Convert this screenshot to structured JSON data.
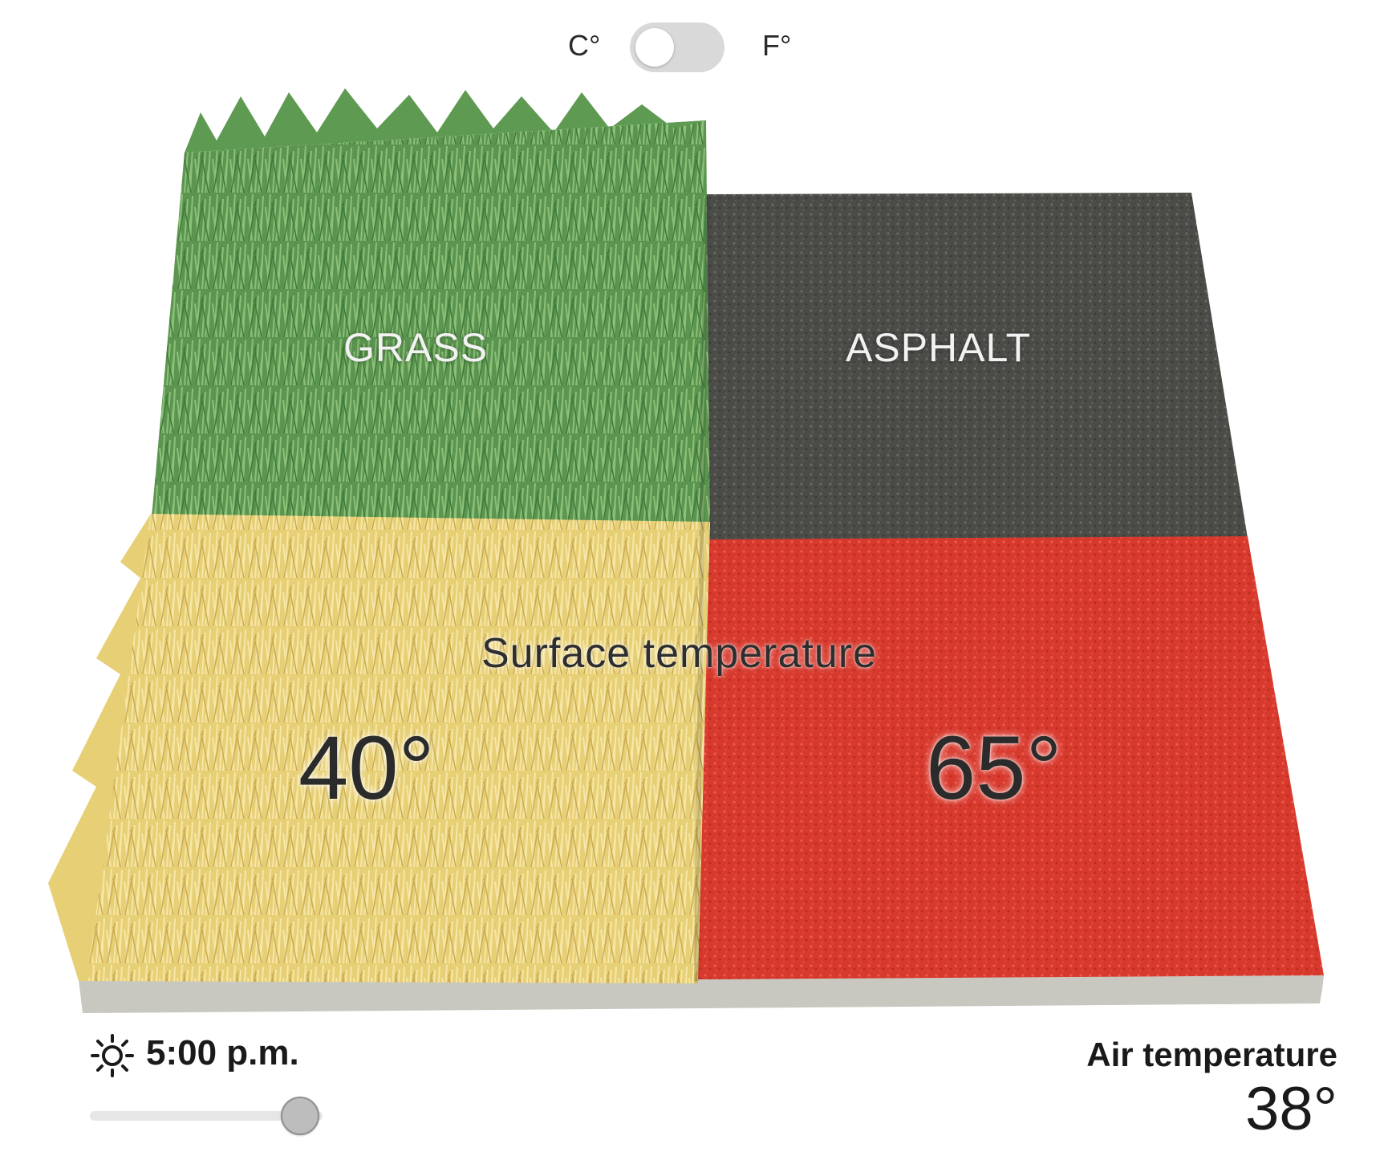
{
  "unit_toggle": {
    "celsius_label": "C°",
    "fahrenheit_label": "F°",
    "selected": "C°"
  },
  "surfaces": {
    "grass_label": "GRASS",
    "asphalt_label": "ASPHALT",
    "surface_temperature_label": "Surface temperature",
    "grass_temp": "40°",
    "asphalt_temp": "65°"
  },
  "time": {
    "icon": "sun-icon",
    "label": "5:00 p.m.",
    "slider_level": 0.88
  },
  "air": {
    "label": "Air temperature",
    "value": "38°"
  },
  "colors": {
    "grass_green": "#5e9a52",
    "dry_grass": "#e8d27a",
    "asphalt": "#4a4a46",
    "hot_asphalt": "#d9382c",
    "slab_edge": "#c9c8c0"
  }
}
